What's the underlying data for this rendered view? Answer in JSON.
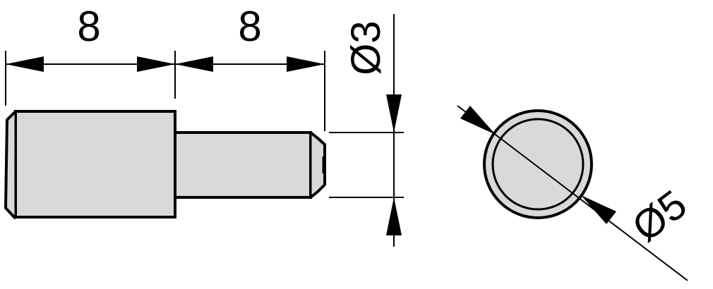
{
  "dimensions": {
    "length_large": "8",
    "length_small": "8",
    "diameter_small": "Ø3",
    "diameter_large": "Ø5"
  },
  "colors": {
    "line": "#000000",
    "fill": "#d9d9db",
    "background": "#ffffff"
  }
}
